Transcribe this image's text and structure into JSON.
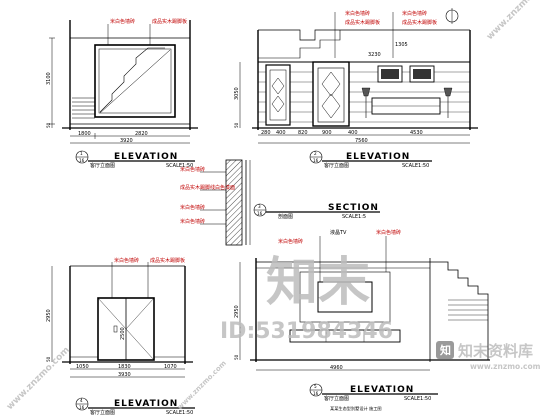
{
  "drawing": {
    "ref_number": "16",
    "elevation_a": {
      "number": "1",
      "heading": "ELEVATION",
      "caption": "客厅立面图",
      "scale": "SCALE1:50",
      "dims_bottom": [
        "1800",
        "2820"
      ],
      "dim_total": "3920",
      "dim_height": "3100",
      "dim_base": "50",
      "callouts": [
        "米白色墙砖",
        "成品实木踢脚板"
      ]
    },
    "elevation_b": {
      "number": "2",
      "heading": "ELEVATION",
      "caption": "客厅立面图",
      "scale": "SCALE1:50",
      "dims_bottom": [
        "280",
        "400",
        "820",
        "900",
        "400"
      ],
      "dim_upper": "3230",
      "dim_top": "1305",
      "dim_total": "7560",
      "dim_right": "4530",
      "dim_height": "3050",
      "dim_base": "50",
      "callouts": [
        "米白色墙砖",
        "成品实木踢脚板",
        "米白色墙砖",
        "成品实木踢脚板"
      ]
    },
    "section": {
      "number": "3",
      "heading": "SECTION",
      "caption": "剖面图",
      "scale": "SCALE1:5",
      "callouts": [
        "米白色墙砖",
        "成品实木踢脚线白色漆面",
        "米白色墙砖",
        "米白色墙砖"
      ]
    },
    "elevation_c": {
      "number": "4",
      "heading": "ELEVATION",
      "caption": "客厅立面图",
      "scale": "SCALE1:50",
      "dims_bottom": [
        "1050",
        "1830",
        "1070"
      ],
      "dim_total": "3930",
      "dim_height": "2950",
      "dim_door": "2500",
      "dim_base": "50",
      "callouts": [
        "米白色墙砖",
        "成品实木踢脚板"
      ]
    },
    "elevation_d": {
      "number": "5",
      "heading": "ELEVATION",
      "caption": "客厅立面图",
      "scale": "SCALE1:50",
      "dims_bottom": [
        "4960"
      ],
      "dim_height": "2950",
      "dim_base": "50",
      "tv_label": "液晶TV",
      "callouts": [
        "米白色墙砖",
        "米白色墙砖"
      ]
    },
    "footer_note": "某某生态型别墅设计 施工图",
    "watermark": {
      "brand_large": "知末",
      "id_text": "ID:531984346",
      "site_name": "知末资料库",
      "site_url": "www.znzmo.com",
      "corner_url": "www.znzmo.com"
    }
  }
}
